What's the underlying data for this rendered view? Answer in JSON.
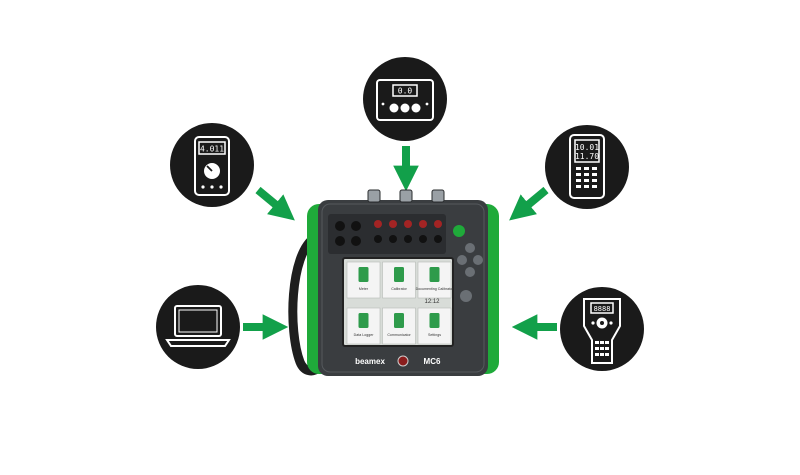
{
  "colors": {
    "circle": "#1a1a1a",
    "arrow": "#12a04a",
    "grip": "#1faa3a",
    "body": "#3a3d40",
    "screen": "#d8dcd8",
    "tile": "#f4f4f4",
    "tile_icon": "#2e9b4b"
  },
  "nodes": {
    "multimeter": {
      "icon": "digital-multimeter-icon",
      "display": "4.011"
    },
    "panel": {
      "icon": "panel-calibrator-icon",
      "display": "0.0"
    },
    "handheld": {
      "icon": "handheld-calibrator-icon",
      "display_top": "10.01",
      "display_bottom": "11.70"
    },
    "laptop": {
      "icon": "laptop-icon"
    },
    "communicator": {
      "icon": "field-communicator-icon",
      "display": "8888"
    }
  },
  "device": {
    "icon": "multifunction-calibrator-icon",
    "screen": {
      "time": "12:12",
      "tiles": [
        {
          "label": "Meter",
          "icon": "meter-tile-icon"
        },
        {
          "label": "Calibrator",
          "icon": "calibrator-tile-icon"
        },
        {
          "label": "Documenting Calibrator",
          "icon": "documenting-calibrator-tile-icon"
        },
        {
          "label": "Data Logger",
          "icon": "data-logger-tile-icon"
        },
        {
          "label": "Communicator",
          "icon": "communicator-tile-icon"
        },
        {
          "label": "Settings",
          "icon": "settings-tile-icon"
        }
      ]
    },
    "brand": "beamex",
    "model": "MC6"
  }
}
